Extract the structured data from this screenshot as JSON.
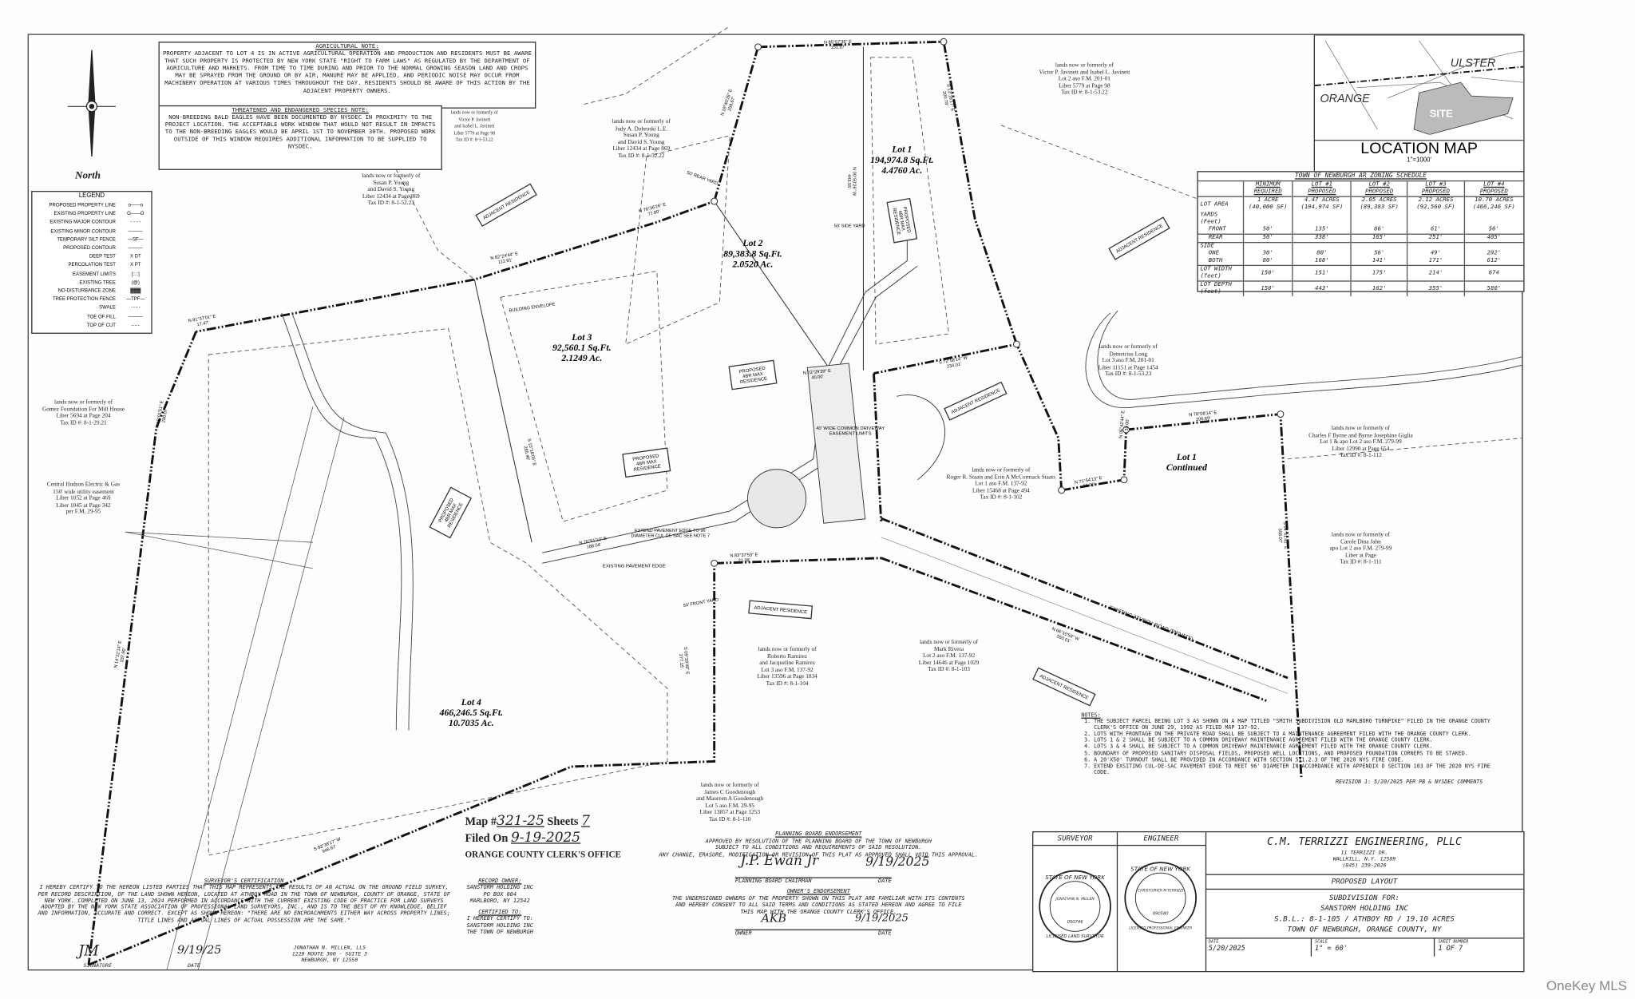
{
  "agricultural_note": {
    "title": "AGRICULTURAL NOTE:",
    "text": "PROPERTY ADJACENT TO LOT 4 IS IN ACTIVE AGRICULTURAL OPERATION AND PRODUCTION AND RESIDENTS MUST BE AWARE THAT SUCH PROPERTY IS PROTECTED BY NEW YORK STATE \"RIGHT TO FARM LAWS\" AS REGULATED BY THE DEPARTMENT OF AGRICULTURE AND MARKETS. FROM TIME TO TIME DURING AND PRIOR TO THE NORMAL GROWING SEASON LAND AND CROPS MAY BE SPRAYED FROM THE GROUND OR BY AIR, MANURE MAY BE APPLIED, AND PERIODIC NOISE MAY OCCUR FROM MACHINERY OPERATION AT VARIOUS TIMES THROUGHOUT THE DAY. RESIDENTS SHOULD BE AWARE OF THIS ACTION BY THE ADJACENT PROPERTY OWNERS."
  },
  "species_note": {
    "title": "THREATENED AND ENDANGERED SPECIES NOTE:",
    "text": "NON-BREEDING BALD EAGLES HAVE BEEN DOCUMENTED BY NYSDEC IN PROXIMITY TO THE PROJECT LOCATION. THE ACCEPTABLE WORK WINDOW THAT WOULD NOT RESULT IN IMPACTS TO THE NON-BREEDING EAGLES WOULD BE APRIL 1ST TO NOVEMBER 30TH. PROPOSED WORK OUTSIDE OF THIS WINDOW REQUIRES ADDITIONAL INFORMATION TO BE SUPPLIED TO NYSDEC."
  },
  "north_label": "North",
  "legend": {
    "title": "LEGEND",
    "items": [
      {
        "label": "PROPOSED PROPERTY LINE",
        "symbol": "o——o"
      },
      {
        "label": "EXISTING PROPERTY LINE",
        "symbol": "O——O"
      },
      {
        "label": "EXISTING MAJOR CONTOUR",
        "symbol": "- - - -"
      },
      {
        "label": "EXISTING MINOR CONTOUR",
        "symbol": "———"
      },
      {
        "label": "TEMPORARY SILT FENCE",
        "symbol": "—SF—"
      },
      {
        "label": "PROPOSED CONTOUR",
        "symbol": "———"
      },
      {
        "label": "DEEP TEST",
        "symbol": "X DT"
      },
      {
        "label": "PERCOLATION TEST",
        "symbol": "X PT"
      },
      {
        "label": "EASEMENT LIMITS",
        "symbol": "[::::]"
      },
      {
        "label": "EXISTING TREE",
        "symbol": "(@)"
      },
      {
        "label": "NO-DISTURBANCE ZONE",
        "symbol": "▓▓▓"
      },
      {
        "label": "TREE PROTECTION FENCE",
        "symbol": "—TPF—"
      },
      {
        "label": "SWALE",
        "symbol": "·-·-·-"
      },
      {
        "label": "TOE OF FILL",
        "symbol": "———"
      },
      {
        "label": "TOP OF CUT",
        "symbol": "-·-·-"
      }
    ]
  },
  "location_map": {
    "title": "LOCATION MAP",
    "scale": "1\"=1000'",
    "labels": [
      "ULSTER",
      "ORANGE",
      "SITE"
    ]
  },
  "zoning": {
    "title": "TOWN OF NEWBURGH AR ZONING SCHEDULE",
    "headers": [
      [
        "",
        ""
      ],
      [
        "MINIMUM",
        "REQUIRED"
      ],
      [
        "LOT #1",
        "PROPOSED"
      ],
      [
        "LOT #2",
        "PROPOSED"
      ],
      [
        "LOT #3",
        "PROPOSED"
      ],
      [
        "LOT #4",
        "PROPOSED"
      ]
    ],
    "rows": [
      {
        "label": "LOT AREA",
        "values": [
          "1 ACRE (40,000 SF)",
          "4.47 ACRES (194,974 SF)",
          "2.05 ACRES (89,383 SF)",
          "2.12 ACRES (92,560 SF)",
          "10.70 ACRES (466,246 SF)"
        ]
      },
      {
        "label": "YARDS (Feet)",
        "values": [
          "",
          "",
          "",
          "",
          ""
        ]
      },
      {
        "label": "FRONT",
        "values": [
          "50'",
          "135'",
          "66'",
          "61'",
          "56'"
        ]
      },
      {
        "label": "REAR",
        "values": [
          "50'",
          "338'",
          "165'",
          "251'",
          "405'"
        ]
      },
      {
        "label": "SIDE",
        "values": [
          "",
          "",
          "",
          "",
          ""
        ]
      },
      {
        "label": "ONE",
        "values": [
          "30'",
          "80'",
          "56'",
          "49'",
          "292'"
        ]
      },
      {
        "label": "BOTH",
        "values": [
          "80'",
          "168'",
          "141'",
          "171'",
          "612'"
        ]
      },
      {
        "label": "LOT WIDTH (feet)",
        "values": [
          "150'",
          "151'",
          "175'",
          "214'",
          "674"
        ]
      },
      {
        "label": "LOT DEPTH (feet)",
        "values": [
          "150'",
          "443'",
          "162'",
          "355'",
          "580'"
        ]
      }
    ]
  },
  "lots": [
    {
      "name": "Lot 1",
      "area_sf": "194,974.8 Sq.Ft.",
      "area_ac": "4.4760 Ac."
    },
    {
      "name": "Lot 2",
      "area_sf": "89,383.8 Sq.Ft.",
      "area_ac": "2.0520 Ac."
    },
    {
      "name": "Lot 3",
      "area_sf": "92,560.1 Sq.Ft.",
      "area_ac": "2.1249 Ac."
    },
    {
      "name": "Lot 4",
      "area_sf": "466,246.5 Sq.Ft.",
      "area_ac": "10.7035 Ac."
    },
    {
      "name": "Lot 1",
      "area_sf": "Continued",
      "area_ac": ""
    }
  ],
  "owners": [
    {
      "lines": [
        "lands now or formerly of",
        "Victor P. Javinett",
        "and Isabel L. Javinett",
        "Liber 5779 at Page 98",
        "Tax ID #: 8-1-53.22"
      ]
    },
    {
      "lines": [
        "lands now or formerly of",
        "Judy A. Dobroski L.E.",
        "Susan P. Young",
        "and David S. Young",
        "Liber 12434 at Page 869",
        "Tax ID #: 8-1-52.22"
      ]
    },
    {
      "lines": [
        "lands now or formerly of",
        "Susan P. Young",
        "and David S. Young",
        "Liber 12434 at Page 869",
        "Tax ID #: 8-1-52.23"
      ]
    },
    {
      "lines": [
        "lands now or formerly of",
        "Victor P. Javinett and Isabel L. Javinett",
        "Lot 2 aso F.M. 201-01",
        "Liber 5779 at Page 98",
        "Tax ID #: 8-1-53.22"
      ]
    },
    {
      "lines": [
        "lands now or formerly of",
        "Demetrius Long",
        "Lot 3 aso F.M. 201-01",
        "Liber 11151 at Page 1454",
        "Tax ID #: 8-1-53.23"
      ]
    },
    {
      "lines": [
        "lands now or formerly of",
        "Charles F Byrne and Byrne Josephine Giglia",
        "Lot 1 & apo Lot 2 aso F.M. 279-99",
        "Liber 12990 at Page 654",
        "Tax ID #: 8-1-112"
      ]
    },
    {
      "lines": [
        "lands now or formerly of",
        "Carole Dina Jahn",
        "apo Lot 2 aso F.M. 279-99",
        "Liber at Page",
        "Tax ID #: 8-1-111"
      ]
    },
    {
      "lines": [
        "lands now or formerly of",
        "Roger R. Staats and Erin A McCormack Staats",
        "Lot 1 aso F.M. 137-92",
        "Liber 15468 at Page 494",
        "Tax ID #: 8-1-102"
      ]
    },
    {
      "lines": [
        "lands now or formerly of",
        "Mark Rivera",
        "Lot 2 aso F.M. 137-92",
        "Liber 14646 at Page 1029",
        "Tax ID #: 8-1-103"
      ]
    },
    {
      "lines": [
        "lands now or formerly of",
        "Roberto Ramirez",
        "and Jacqueline Ramirez",
        "Lot 3 aso F.M. 137-92",
        "Liber 13596 at Page 1834",
        "Tax ID #: 8-1-104"
      ]
    },
    {
      "lines": [
        "lands now or formerly of",
        "James C Goodenough",
        "and Maureen A Goodenough",
        "Lot 5 aso F.M. 29-95",
        "Liber 13857 at Page 1253",
        "Tax ID #: 8-1-110"
      ]
    },
    {
      "lines": [
        "lands now or formerly of",
        "Gomez Foundation For Mill House",
        "Liber 5694 at Page 204",
        "Tax ID #: 8-1-29.21"
      ]
    },
    {
      "lines": [
        "Central Hudson Electric & Gas",
        "150' wide utility easement",
        "Liber 1052 at Page 469",
        "Liber 1045 at Page 342",
        "per F.M. 29-95"
      ]
    }
  ],
  "map_labels": {
    "adjacent_residence": "ADJACENT RESIDENCE",
    "proposed_residence": "PROPOSED 4BR MAX RESIDENCE",
    "building_envelope": "BUILDING ENVELOPE",
    "easement": "40' WIDE COMMON DRIVEWAY EASEMENT LIMITS",
    "road": "EXISTING ATHBOY ROAD (PRIVATE)",
    "pavement_edge": "EXISTING PAVEMENT EDGE",
    "cul_de_sac": "EXTEND PAVEMENT EDGE TO 96' DIAMETER CUL DE SAC SEE NOTE 7",
    "side_yard": "50' SIDE YARD",
    "rear_yard": "50' REAR YARD",
    "front_yard": "50' FRONT YARD"
  },
  "bearings": [
    {
      "bearing": "N 85°57'36\" E",
      "distance": "151.97'"
    },
    {
      "bearing": "S 13°16'17\" E",
      "distance": "200.78'"
    },
    {
      "bearing": "N 81°37'01\" E",
      "distance": "17.47'"
    },
    {
      "bearing": "N 82°24'44\" E",
      "distance": "112.91'"
    },
    {
      "bearing": "N 76°36'26\" E",
      "distance": "77.80'"
    },
    {
      "bearing": "N 19°40'26\" E",
      "distance": "258.67'"
    },
    {
      "bearing": "N 00°50'26\" W",
      "distance": "443.55'"
    },
    {
      "bearing": "S 15°18'05\" E",
      "distance": "265.46'"
    },
    {
      "bearing": "S 72°58'14\" W",
      "distance": "234.01'"
    },
    {
      "bearing": "N 71°54'13\" E",
      "distance": "90.00'"
    },
    {
      "bearing": "N 06°42'44\" E",
      "distance": "39.00'"
    },
    {
      "bearing": "N 78°08'14\" E",
      "distance": "206.69'"
    },
    {
      "bearing": "S 04°41'41\" E",
      "distance": "358.07'"
    },
    {
      "bearing": "N 66°10'58\" W",
      "distance": "550.01'"
    },
    {
      "bearing": "N 83°37'53\" E",
      "distance": "21.38'"
    },
    {
      "bearing": "S 09°33'49\" E",
      "distance": "277.15'"
    },
    {
      "bearing": "S 83°38'17\" W",
      "distance": "946.67'"
    },
    {
      "bearing": "N 14°22'14\" E",
      "distance": "337.90'"
    },
    {
      "bearing": "N 18°01'51\" E",
      "distance": "280.07'"
    },
    {
      "bearing": "N 76°51'10\" E",
      "distance": "188.04'"
    },
    {
      "bearing": "N 72°29'39\" E",
      "distance": "40.00'"
    }
  ],
  "filing": {
    "map_label": "Map #",
    "map_no": "321-25",
    "sheets_label": "Sheets",
    "sheets": "7",
    "filed_label": "Filed On",
    "filed_date": "9-19-2025",
    "office": "ORANGE COUNTY CLERK'S OFFICE"
  },
  "record_owner": {
    "title": "RECORD OWNER:",
    "lines": [
      "SANSTORM HOLDING INC",
      "PO BOX 804",
      "MARLBORO, NY 12542"
    ]
  },
  "certified_to": {
    "title": "CERTIFIED TO:",
    "lines": [
      "I HEREBY CERTIFY TO:",
      "SANSTORM HOLDING INC",
      "THE TOWN OF NEWBURGH"
    ]
  },
  "planning_board": {
    "title": "PLANNING BOARD ENDORSEMENT",
    "lines": [
      "APPROVED BY RESOLUTION OF THE PLANNING BOARD OF THE TOWN OF NEWBURGH",
      "SUBJECT TO ALL CONDITIONS AND REQUIREMENTS OF SAID RESOLUTION.",
      "ANY CHANGE, ERASURE, MODIFICATION OR REVISION OF THIS PLAT AS APPROVED SHALL VOID THIS APPROVAL."
    ],
    "signer_label": "PLANNING BOARD CHAIRMAN",
    "date_label": "DATE",
    "date": "9/19/2025",
    "signature": "J.P. Ewan Jr"
  },
  "owner_endorsement": {
    "title": "OWNER'S ENDORSEMENT",
    "lines": [
      "THE UNDERSIGNED OWNERS OF THE PROPERTY SHOWN ON THIS PLAT ARE FAMILIAR WITH ITS CONTENTS",
      "AND HEREBY CONSENT TO ALL SAID TERMS AND CONDITIONS AS STATED HEREON AND AGREE TO FILE",
      "THIS MAP WITH THE ORANGE COUNTY CLERK'S OFFICE."
    ],
    "signer_label": "OWNER",
    "date_label": "DATE",
    "date": "9/19/2025",
    "signature": "AKB"
  },
  "surveyor_cert": {
    "title": "SURVEYOR'S CERTIFICATION",
    "text": "I HEREBY CERTIFY TO THE HEREON LISTED PARTIES THAT THIS MAP REPRESENTS THE RESULTS OF AN ACTUAL ON THE GROUND FIELD SURVEY, PER RECORD DESCRIPTION, OF THE LAND SHOWN HEREON, LOCATED AT ATHBOY ROAD IN THE TOWN OF NEWBURGH, COUNTY OF ORANGE, STATE OF NEW YORK. COMPLETED ON JUNE 13, 2024 PERFORMED IN ACCORDANCE WITH THE CURRENT EXISTING CODE OF PRACTICE FOR LAND SURVEYS ADOPTED BY THE NEW YORK STATE ASSOCIATION OF PROFESSIONAL LAND SURVEYORS, INC., AND IS TO THE BEST OF MY KNOWLEDGE, BELIEF AND INFORMATION, ACCURATE AND CORRECT. EXCEPT AS SHOWN HEREON: \"THERE ARE NO ENCROACHMENTS EITHER WAY ACROSS PROPERTY LINES; TITLE LINES AND ACTUAL LINES OF ACTUAL POSSESSION ARE THE SAME.\"",
    "signature_label": "SIGNATURE",
    "date_label": "DATE",
    "date": "9/19/25",
    "signature": "JM",
    "surveyor_lines": [
      "JONATHAN N. MILLEN, LLS",
      "1229 ROUTE 300 - SUITE 3",
      "NEWBURGH, NY 12550"
    ]
  },
  "notes": {
    "title": "NOTES:",
    "items": [
      "THE SUBJECT PARCEL BEING LOT 3 AS SHOWN ON A MAP TITLED \"SMITH SUBDIVISION OLD MARLBORO TURNPIKE\" FILED IN THE ORANGE COUNTY CLERK'S OFFICE ON JUNE 29, 1992 AS FILED MAP 137-92.",
      "LOTS WITH FRONTAGE ON THE PRIVATE ROAD SHALL BE SUBJECT TO A MAINTENANCE AGREEMENT FILED WITH THE ORANGE COUNTY CLERK.",
      "LOTS 1 & 2 SHALL BE SUBJECT TO A COMMON DRIVEWAY MAINTENANCE AGREEMENT FILED WITH THE ORANGE COUNTY CLERK.",
      "LOTS 3 & 4 SHALL BE SUBJECT TO A COMMON DRIVEWAY MAINTENANCE AGREEMENT FILED WITH THE ORANGE COUNTY CLERK.",
      "BOUNDARY OF PROPOSED SANITARY DISPOSAL FIELDS, PROPOSED WELL LOCATIONS, AND PROPOSED FOUNDATION CORNERS TO BE STAKED.",
      "A 20'x50' TURNOUT SHALL BE PROVIDED IN ACCORDANCE WITH SECTION 511.2.3 OF THE 2020 NYS FIRE CODE.",
      "EXTEND EXSITING CUL-DE-SAC PAVEMENT EDGE TO MEET 96' DIAMETER IN ACCORDANCE WITH APPENDIX D SECTION 103 OF THE 2020 NYS FIRE CODE."
    ],
    "revision": "REVISION 1: 5/20/2025 PER PB & NYSDEC COMMENTS"
  },
  "title_block": {
    "surveyor_label": "SURVEYOR",
    "engineer_label": "ENGINEER",
    "surveyor_seal": {
      "top": "STATE OF NEW YORK",
      "name": "JONATHAN N. MILLEN",
      "number": "050746",
      "bottom": "LICENSED LAND SURVEYOR"
    },
    "engineer_seal": {
      "top": "STATE OF NEW YORK",
      "name": "CHRISTOPHER M TERRIZZI",
      "number": "090580",
      "bottom": "LICENSED PROFESSIONAL ENGINEER"
    },
    "firm": "C.M. TERRIZZI ENGINEERING, PLLC",
    "address": [
      "11 TERRIZZI DR.",
      "WALLKILL, N.Y. 12589",
      "(845) 239-2020"
    ],
    "drawing_title": "PROPOSED LAYOUT",
    "project": [
      "SUBDIVISION FOR:",
      "SANSTORM HOLDING INC",
      "S.B.L.: 8-1-105 / ATHBOY RD / 19.10 ACRES",
      "TOWN OF NEWBURGH, ORANGE COUNTY, NY"
    ],
    "date_label": "DATE",
    "date": "5/20/2025",
    "scale_label": "SCALE",
    "scale": "1\" = 60'",
    "sheet_label": "SHEET NUMBER",
    "sheet": "1 OF 7"
  },
  "watermark": "OneKey MLS"
}
